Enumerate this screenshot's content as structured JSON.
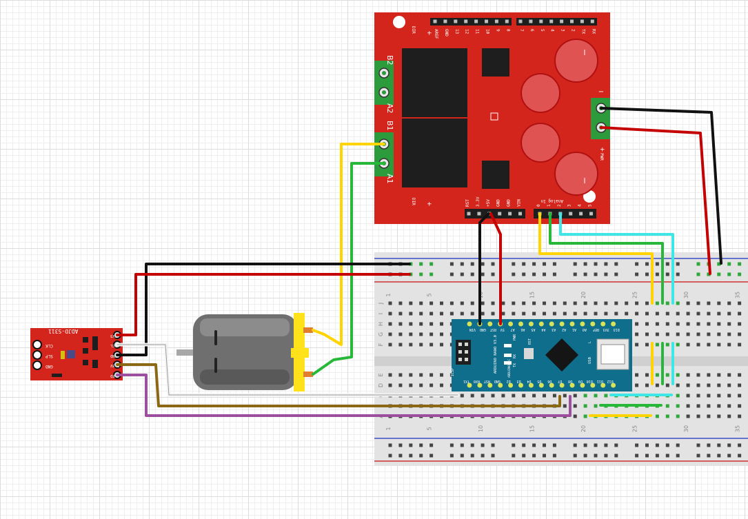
{
  "colors": {
    "board_red": "#d4251c",
    "nano_blue": "#0e6e8c",
    "wire_black": "#111111",
    "wire_red": "#c40000",
    "wire_yellow": "#ffd400",
    "wire_green": "#27b83a",
    "wire_cyan": "#3ee6e6",
    "wire_white": "#f4f4f4",
    "wire_brown": "#8b6914",
    "wire_purple": "#9b4f9e",
    "motor_gray": "#6f6f6f",
    "motor_yellow": "#ffe21a",
    "breadboard": "#e3e3e3"
  },
  "motor_shield": {
    "motor_labels": [
      "B2",
      "A2",
      "B1",
      "A1"
    ],
    "dir_label": "DIR",
    "plus": "+",
    "minus": "−",
    "pwr_label": "PWR",
    "analog_label": "Analog In",
    "top_left_pins": [
      "AREF",
      "GND",
      "13",
      "12",
      "11",
      "10",
      "9",
      "8"
    ],
    "top_right_pins": [
      "7",
      "6",
      "5",
      "4",
      "3",
      "2",
      "TX",
      "RX"
    ],
    "power_pins": [
      "RST",
      "3.3V",
      "+5V",
      "GND",
      "GND",
      "VIN"
    ],
    "analog_pins": [
      "0",
      "1",
      "2",
      "3",
      "4",
      "5"
    ]
  },
  "sensor": {
    "label": "ADJD-S311",
    "left_labels": [
      "CLK",
      "SLP",
      "GND"
    ],
    "right_pins": [
      "3V3",
      "SCL",
      "GND",
      "3.3V",
      "LED"
    ]
  },
  "nano": {
    "title": "ARDUINO NANO V3.0",
    "top_pins": [
      "VIN",
      "GND",
      "RST",
      "5V",
      "A7",
      "A6",
      "A5",
      "A4",
      "A3",
      "A2",
      "A1",
      "A0",
      "REF",
      "3V3",
      "D13"
    ],
    "bottom_pins": [
      "TX1",
      "RX0",
      "RST",
      "GND",
      "D2",
      "D3",
      "D4",
      "D5",
      "D6",
      "D7",
      "D8",
      "D9",
      "D10",
      "D11",
      "D12"
    ],
    "labels": [
      "ICSP",
      "PWR",
      "RX",
      "TX",
      "RST",
      "L",
      "USB",
      "ARDUINO.CC"
    ]
  },
  "breadboard": {
    "rows": [
      "J",
      "I",
      "H",
      "G",
      "F",
      "E",
      "D",
      "C",
      "B",
      "A"
    ],
    "col_numbers": [
      "1",
      "5",
      "10",
      "15",
      "20",
      "25",
      "30",
      "35"
    ]
  }
}
